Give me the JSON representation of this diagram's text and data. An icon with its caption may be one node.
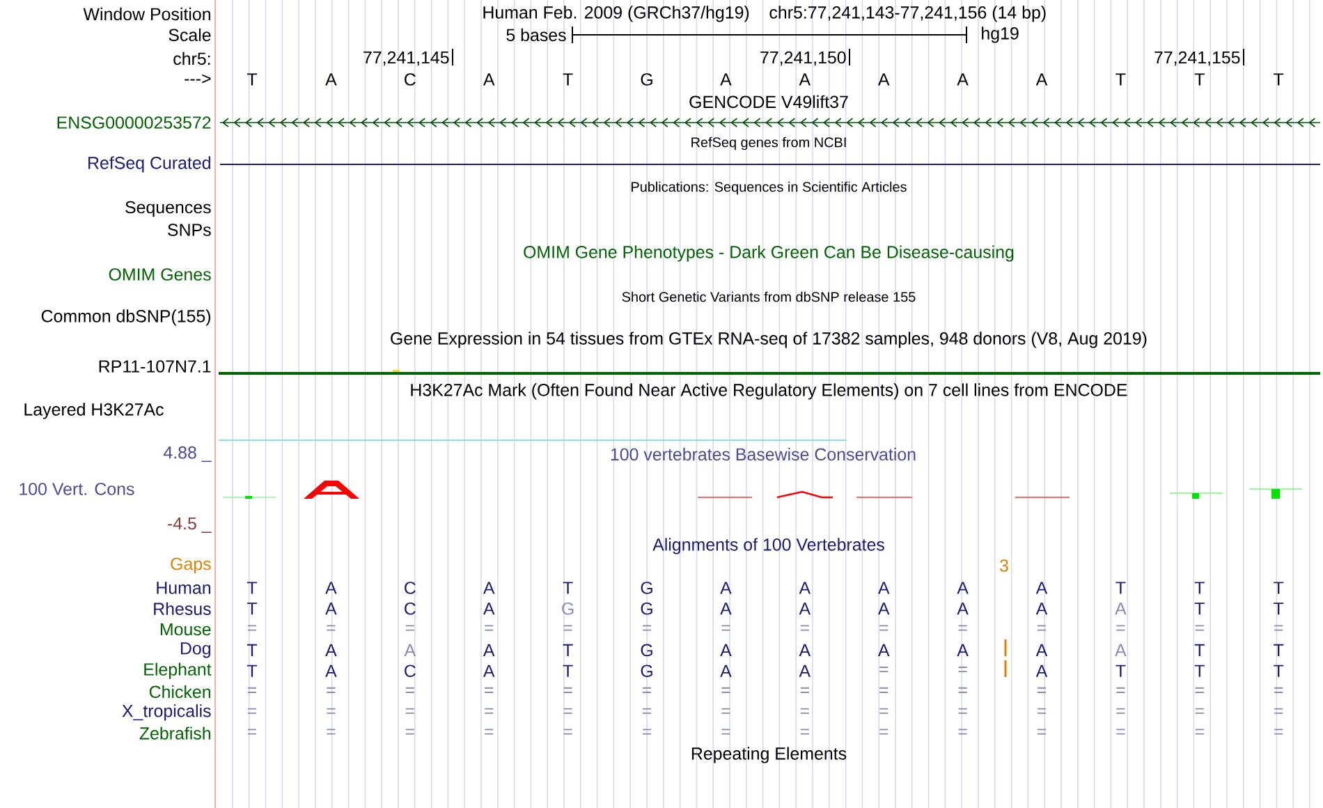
{
  "diagram": {
    "labels": [
      "Window Position",
      "Human Feb. 2009 (GRCh37/hg19)",
      "chr5:77,241,143-77,241,156 (14 bp)",
      "Scale",
      "5 bases",
      "hg19",
      "chr5:",
      "77,241,145",
      "77,241,150",
      "77,241,155",
      "--->",
      "T",
      "A",
      "C",
      "A",
      "T",
      "G",
      "A",
      "A",
      "A",
      "A",
      "A",
      "T",
      "T",
      "T",
      "GENCODE V49lift37",
      "ENSG00000253572",
      "RefSeq genes from NCBI",
      "RefSeq Curated",
      "Publications: Sequences in Scientific Articles",
      "Sequences",
      "SNPs",
      "OMIM Gene Phenotypes - Dark Green Can Be Disease-causing",
      "OMIM Genes",
      "Short Genetic Variants from dbSNP release 155",
      "Common dbSNP(155)",
      "Gene Expression in 54 tissues from GTEx RNA-seq of 17382 samples, 948 donors (V8, Aug 2019)",
      "RP11-107N7.1",
      "H3K27Ac Mark (Often Found Near Active Regulatory Elements) on 7 cell lines from ENCODE",
      "Layered H3K27Ac",
      "4.88 _",
      "100 vertebrates Basewise Conservation",
      "100 Vert. Cons",
      "-4.5 _",
      "Alignments of 100 Vertebrates",
      "Gaps",
      "3",
      "Human",
      "T",
      "A",
      "C",
      "A",
      "T",
      "G",
      "A",
      "A",
      "A",
      "A",
      "A",
      "T",
      "T",
      "T",
      "Rhesus",
      "T",
      "A",
      "C",
      "A",
      "G",
      "G",
      "A",
      "A",
      "A",
      "A",
      "A",
      "A",
      "T",
      "T",
      "Mouse",
      "=",
      "=",
      "=",
      "=",
      "=",
      "=",
      "=",
      "=",
      "=",
      "=",
      "=",
      "=",
      "=",
      "=",
      "Dog",
      "T",
      "A",
      "A",
      "A",
      "T",
      "G",
      "A",
      "A",
      "A",
      "A",
      "A",
      "A",
      "T",
      "T",
      "Elephant",
      "T",
      "A",
      "C",
      "A",
      "T",
      "G",
      "A",
      "A",
      "=",
      "=",
      "A",
      "T",
      "T",
      "T",
      "Chicken",
      "=",
      "=",
      "=",
      "=",
      "=",
      "=",
      "=",
      "=",
      "=",
      "=",
      "=",
      "=",
      "=",
      "=",
      "X_tropicalis",
      "=",
      "=",
      "=",
      "=",
      "=",
      "=",
      "=",
      "=",
      "=",
      "=",
      "=",
      "=",
      "=",
      "=",
      "Zebrafish",
      "=",
      "=",
      "=",
      "=",
      "=",
      "=",
      "=",
      "=",
      "=",
      "=",
      "=",
      "=",
      "=",
      "=",
      "Repeating Elements"
    ]
  }
}
